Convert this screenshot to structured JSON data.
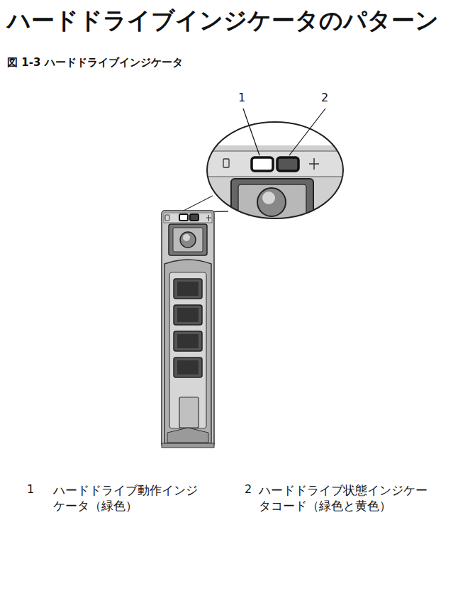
{
  "diagram": {
    "title": "ハードドライブインジケータのパターン",
    "caption": "図 1-3 ハードドライブインジケータ",
    "labels": [
      "1",
      "2",
      "1",
      "ハードドライブ動作インジケータ（緑色）",
      "2",
      "ハードドライブ状態インジケータコード（緑色と黄色）"
    ]
  }
}
